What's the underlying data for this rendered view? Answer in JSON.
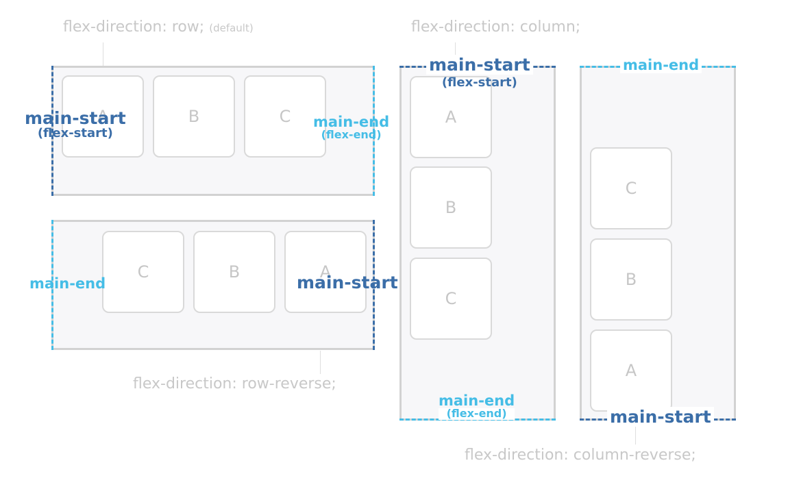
{
  "captions": {
    "row": "flex-direction: row;",
    "row_default": "(default)",
    "column": "flex-direction: column;",
    "row_reverse": "flex-direction: row-reverse;",
    "column_reverse": "flex-direction: column-reverse;"
  },
  "labels": {
    "main_start": "main-start",
    "main_end": "main-end",
    "flex_start": "(flex-start)",
    "flex_end": "(flex-end)"
  },
  "items": {
    "a": "A",
    "b": "B",
    "c": "C"
  },
  "colors": {
    "main_start": "#3b6ea8",
    "main_end": "#45bde6",
    "caption": "#c8c8c8",
    "container_bg": "#f7f7f9"
  }
}
